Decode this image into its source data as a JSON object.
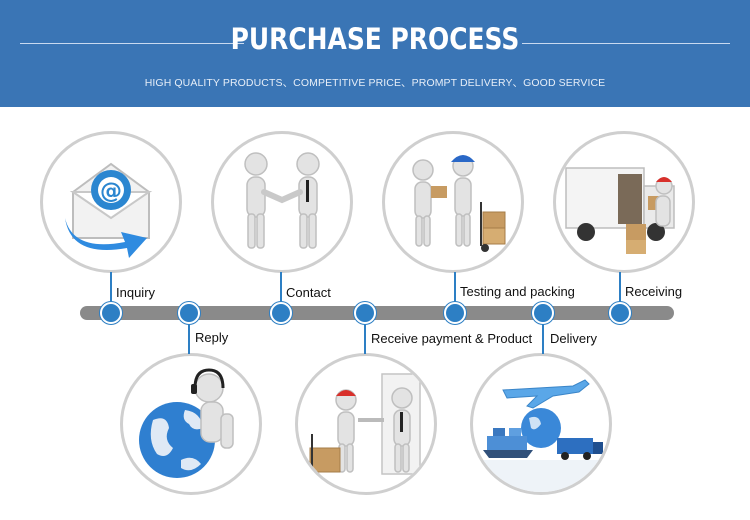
{
  "header": {
    "title": "PURCHASE PROCESS",
    "subtitle": "HIGH QUALITY PRODUCTS、COMPETITIVE PRICE、PROMPT DELIVERY、GOOD SERVICE"
  },
  "steps": [
    {
      "label": "Inquiry"
    },
    {
      "label": "Reply"
    },
    {
      "label": "Contact"
    },
    {
      "label": "Receive payment & Product"
    },
    {
      "label": "Testing and packing"
    },
    {
      "label": "Delivery"
    },
    {
      "label": "Receiving"
    }
  ],
  "colors": {
    "header_bg": "#3a75b5",
    "accent": "#2d7fc4",
    "timeline": "#8a8a8a"
  }
}
